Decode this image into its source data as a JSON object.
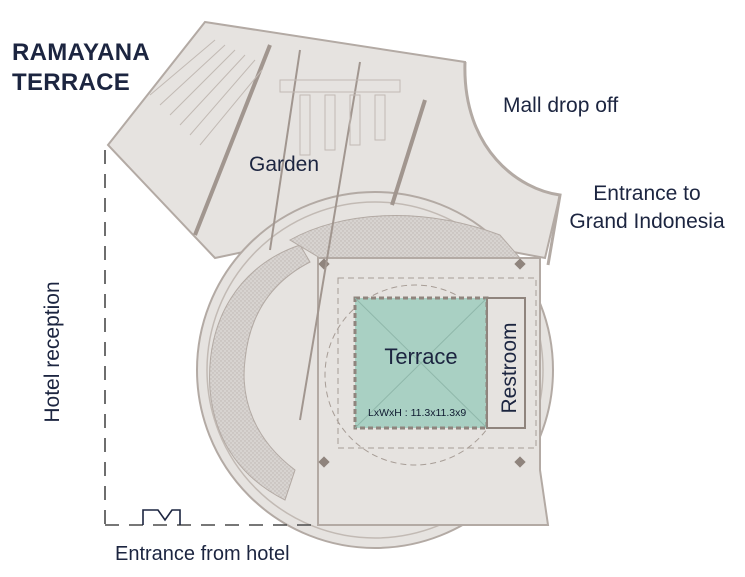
{
  "title": {
    "line1": "RAMAYANA",
    "line2": "TERRACE"
  },
  "labels": {
    "garden": "Garden",
    "mall_drop_off": "Mall drop off",
    "entrance_grand_indonesia_line1": "Entrance to",
    "entrance_grand_indonesia_line2": "Grand Indonesia",
    "hotel_reception": "Hotel reception",
    "terrace": "Terrace",
    "dimensions": "LxWxH : 11.3x11.3x9",
    "restroom": "Restroom",
    "entrance_from_hotel": "Entrance from hotel"
  },
  "colors": {
    "floor": "#e6e3e0",
    "wall": "#b3aaa4",
    "dark_wall": "#8f847d",
    "terrace_fill": "#a9d0c3",
    "text": "#1c2540",
    "dashed_path": "#4a4a4a"
  }
}
